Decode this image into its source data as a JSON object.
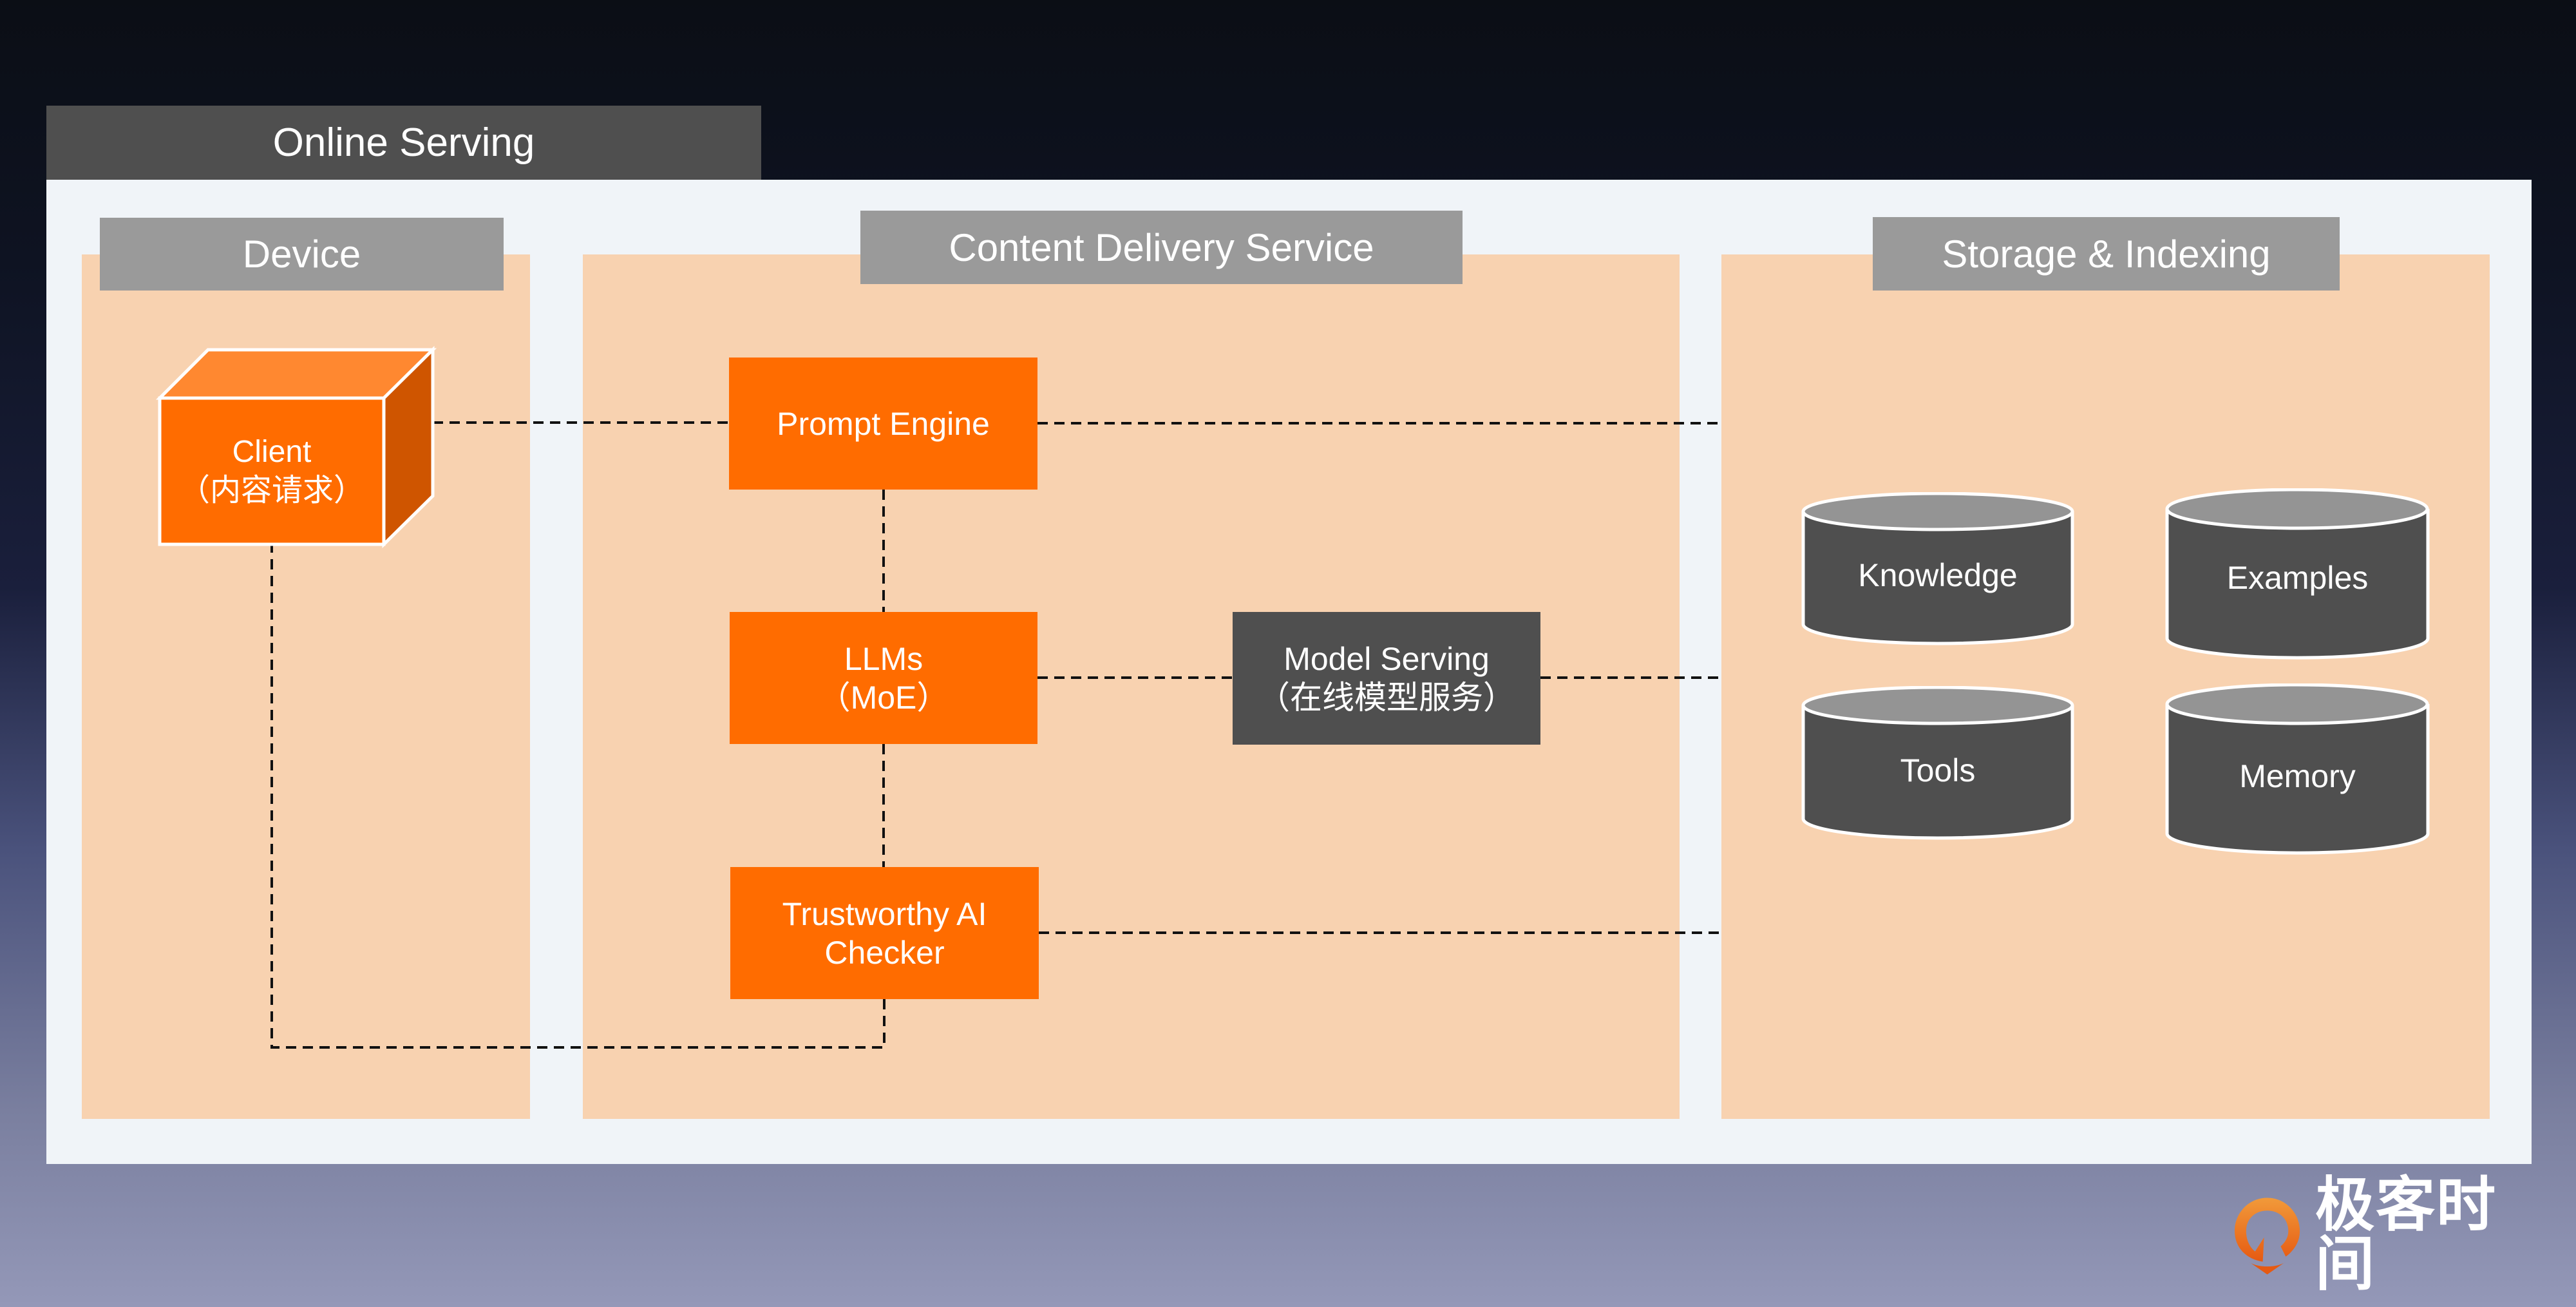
{
  "title": "Online Serving",
  "zones": {
    "device": {
      "label": "Device"
    },
    "content_delivery": {
      "label": "Content Delivery Service"
    },
    "storage": {
      "label": "Storage & Indexing"
    }
  },
  "nodes": {
    "client": {
      "line1": "Client",
      "line2": "（内容请求）"
    },
    "prompt_engine": {
      "line1": "Prompt Engine"
    },
    "llms": {
      "line1": "LLMs",
      "line2": "（MoE）"
    },
    "trustworthy": {
      "line1": "Trustworthy AI",
      "line2": "Checker"
    },
    "model_serving": {
      "line1": "Model Serving",
      "line2": "（在线模型服务）"
    }
  },
  "stores": {
    "knowledge": "Knowledge",
    "examples": "Examples",
    "tools": "Tools",
    "memory": "Memory"
  },
  "edges": [
    {
      "from": "client",
      "to": "prompt_engine",
      "style": "dashed"
    },
    {
      "from": "prompt_engine",
      "to": "storage",
      "style": "dashed"
    },
    {
      "from": "prompt_engine",
      "to": "llms",
      "style": "dashed"
    },
    {
      "from": "llms",
      "to": "model_serving",
      "style": "dashed"
    },
    {
      "from": "model_serving",
      "to": "storage",
      "style": "dashed"
    },
    {
      "from": "llms",
      "to": "trustworthy",
      "style": "dashed"
    },
    {
      "from": "trustworthy",
      "to": "storage",
      "style": "dashed"
    },
    {
      "from": "trustworthy",
      "to": "client",
      "style": "dashed"
    }
  ],
  "colors": {
    "orange": "#ff6c00",
    "peach": "#f8d2b0",
    "dark_gray": "#4f4f4f",
    "label_gray": "#9a9a9a"
  },
  "brand": {
    "name": "极客时间"
  }
}
